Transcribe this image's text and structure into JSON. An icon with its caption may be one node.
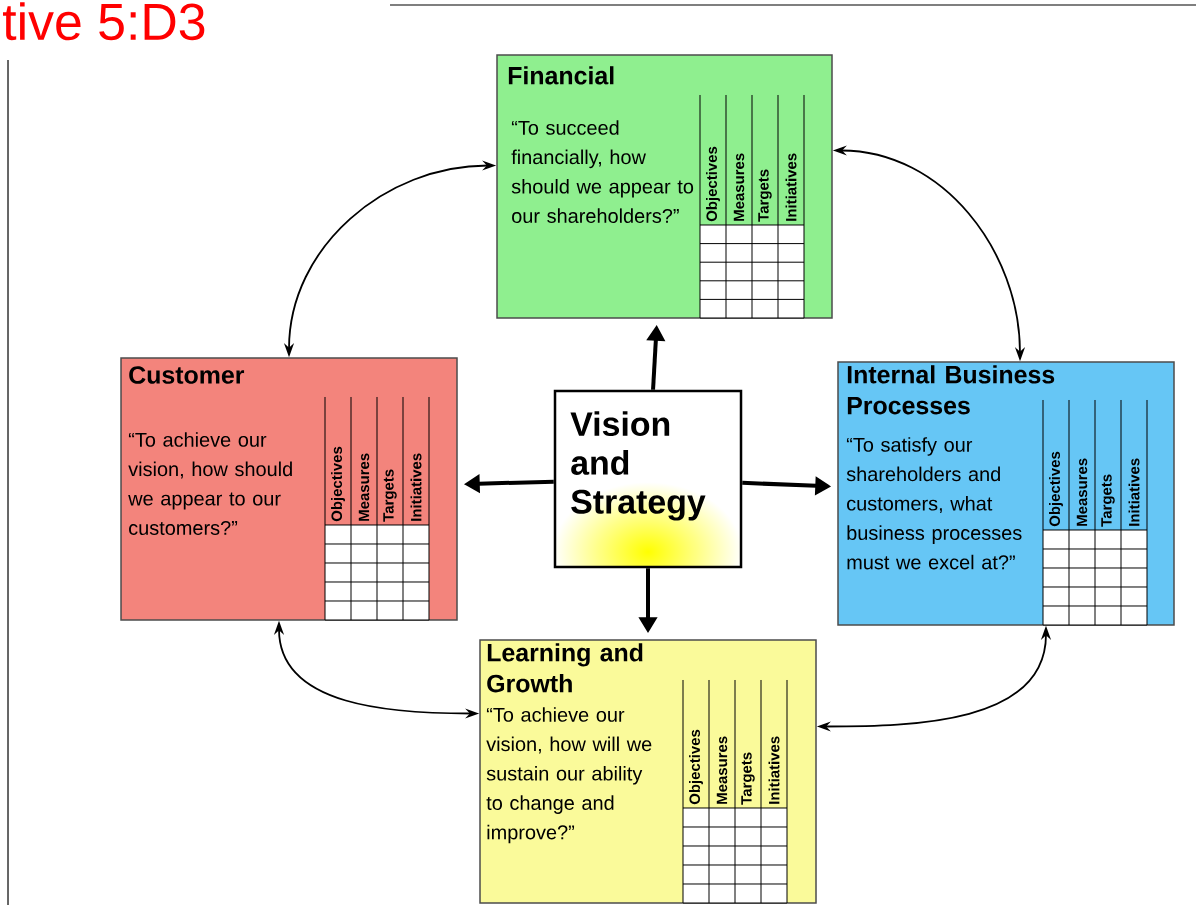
{
  "diagram": {
    "nodes": [
      {
        "text": [
          "Financial",
          "“To succeed financially, how should we appear to our shareholders?”",
          "Objectives",
          "Measures",
          "Targets",
          "Initiatives"
        ]
      },
      {
        "text": [
          "Customer",
          "“To achieve our vision, how should we appear to our customers?”",
          "Objectives",
          "Measures",
          "Targets",
          "Initiatives"
        ]
      },
      {
        "text": [
          "Vision and Strategy"
        ]
      },
      {
        "text": [
          "Internal Business Processes",
          "“To satisfy our shareholders and customers, what business processes must we excel at?”",
          "Objectives",
          "Measures",
          "Targets",
          "Initiatives"
        ]
      },
      {
        "text": [
          "Learning and Growth",
          "“To achieve our vision, how will we sustain our ability to change and improve?”",
          "Objectives",
          "Measures",
          "Targets",
          "Initiatives"
        ]
      }
    ],
    "edges": [
      {
        "from": 1,
        "to": 0,
        "arrow": "both"
      },
      {
        "from": 0,
        "to": 3,
        "arrow": "both"
      },
      {
        "from": 3,
        "to": 4,
        "arrow": "both"
      },
      {
        "from": 4,
        "to": 1,
        "arrow": "both"
      },
      {
        "from": 2,
        "to": 0,
        "arrow": "to",
        "style": "thick"
      },
      {
        "from": 2,
        "to": 1,
        "arrow": "to",
        "style": "thick"
      },
      {
        "from": 2,
        "to": 3,
        "arrow": "to",
        "style": "thick"
      },
      {
        "from": 2,
        "to": 4,
        "arrow": "to",
        "style": "thick"
      }
    ],
    "labels": [
      "tive 5:D3"
    ]
  }
}
